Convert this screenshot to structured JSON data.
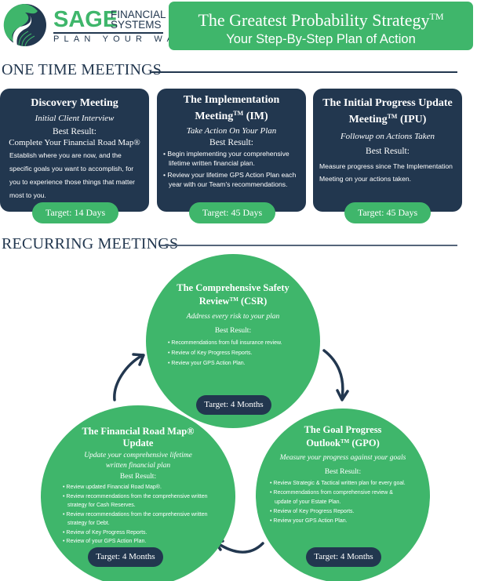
{
  "logo": {
    "brand": "SAGE",
    "brand_line1": "FINANCIAL",
    "brand_line2": "SYSTEMS",
    "tagline": "PLAN YOUR WAY",
    "colors": {
      "green": "#3fb66b",
      "navy": "#22374f"
    }
  },
  "hero": {
    "title": "The Greatest Probability Strategy",
    "title_mark": "TM",
    "subtitle": "Your Step-By-Step Plan of Action"
  },
  "one_time": {
    "heading": "ONE TIME MEETINGS",
    "cards": [
      {
        "title": "Discovery Meeting",
        "subtitle": "Initial Client Interview",
        "best_label": "Best Result:",
        "best_line": "Complete Your Financial Road Map®",
        "body": "Establish where you are now, and the specific goals you want to accomplish, for you to experience those things that matter most to you.",
        "target": "Target: 14 Days"
      },
      {
        "title_line1": "The Implementation",
        "title_line2": "Meeting",
        "title_mark": "TM",
        "title_suffix": " (IM)",
        "subtitle": "Take Action On Your Plan",
        "best_label": "Best Result:",
        "bullets": [
          "• Begin implementing your comprehensive lifetime written financial plan.",
          "• Review your lifetime GPS Action Plan each year with our Team's recommendations."
        ],
        "target": "Target: 45 Days"
      },
      {
        "title_line1": "The Initial Progress Update",
        "title_line2": "Meeting",
        "title_mark": "TM",
        "title_suffix": " (IPU)",
        "subtitle": "Followup on Actions Taken",
        "best_label": "Best Result:",
        "body": "Measure progress since The Implementation Meeting on your actions taken.",
        "target": "Target: 45 Days"
      }
    ]
  },
  "recurring": {
    "heading": "RECURRING MEETINGS",
    "cycle": [
      {
        "title_line1": "The Comprehensive Safety",
        "title_line2": "Review",
        "title_mark": "TM",
        "title_suffix": " (CSR)",
        "subtitle": "Address every risk to your plan",
        "best_label": "Best Result:",
        "bullets": [
          "• Recommendations from full insurance review.",
          "• Review of Key Progress Reports.",
          "• Review your GPS Action Plan."
        ],
        "target": "Target: 4 Months"
      },
      {
        "title_line1": "The Goal Progress",
        "title_line2": "Outlook",
        "title_mark": "TM",
        "title_suffix": " (GPO)",
        "subtitle": "Measure your progress against your goals",
        "best_label": "Best Result:",
        "bullets": [
          "• Review Strategic & Tactical written plan for every goal.",
          "• Recommendations from comprehensive review & update of your Estate Plan.",
          "• Review of Key Progress Reports.",
          "• Review your GPS Action Plan."
        ],
        "target": "Target: 4 Months"
      },
      {
        "title_line1": "The Financial Road Map®",
        "title_line2": "Update",
        "subtitle_line1": "Update your comprehensive lifetime",
        "subtitle_line2": "written financial plan",
        "best_label": "Best Result:",
        "bullets": [
          "• Review updated Financial Road Map®.",
          "• Review recommendations from the comprehensive written strategy for Cash Reserves.",
          "• Review recommendations from the comprehensive written strategy for Debt.",
          "• Review of Key Progress Reports.",
          "• Review of your GPS Action Plan."
        ],
        "target": "Target: 4 Months"
      }
    ]
  }
}
